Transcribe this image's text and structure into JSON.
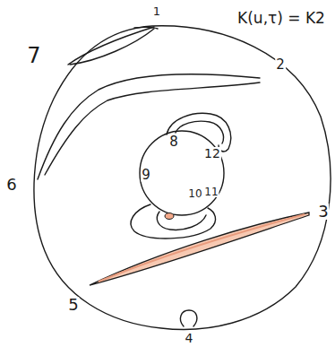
{
  "diagram": {
    "labels": [
      "K(u,τ) = K2",
      "1",
      "7",
      "2",
      "8",
      "12",
      "6",
      "9",
      "11",
      "10",
      "3",
      "5",
      "4"
    ]
  }
}
